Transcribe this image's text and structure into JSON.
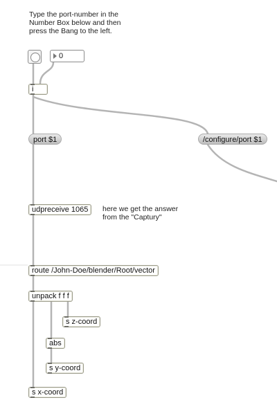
{
  "instructions": {
    "line1": "Type the port-number in the",
    "line2": "Number Box below and then",
    "line3": "press the Bang to the left."
  },
  "number_box": {
    "value": "0"
  },
  "objects": {
    "i": "i",
    "udpreceive": "udpreceive 1065",
    "route": "route /John-Doe/blender/Root/vector",
    "unpack": "unpack f f f",
    "s_z": "s z-coord",
    "abs": "abs",
    "s_y": "s y-coord",
    "s_x": "s x-coord"
  },
  "messages": {
    "port": "port $1",
    "configure": "/configure/port $1"
  },
  "answer_comment": {
    "line1": "here we get the answer",
    "line2": "from the \"Captury\""
  },
  "icons": [
    "bang-icon",
    "number-triangle-icon"
  ],
  "colors": {
    "background": "#ffffff",
    "cord": "#aaaaaa",
    "object_border": "#9b9b8a",
    "message_fill": "#c8c8c8"
  }
}
